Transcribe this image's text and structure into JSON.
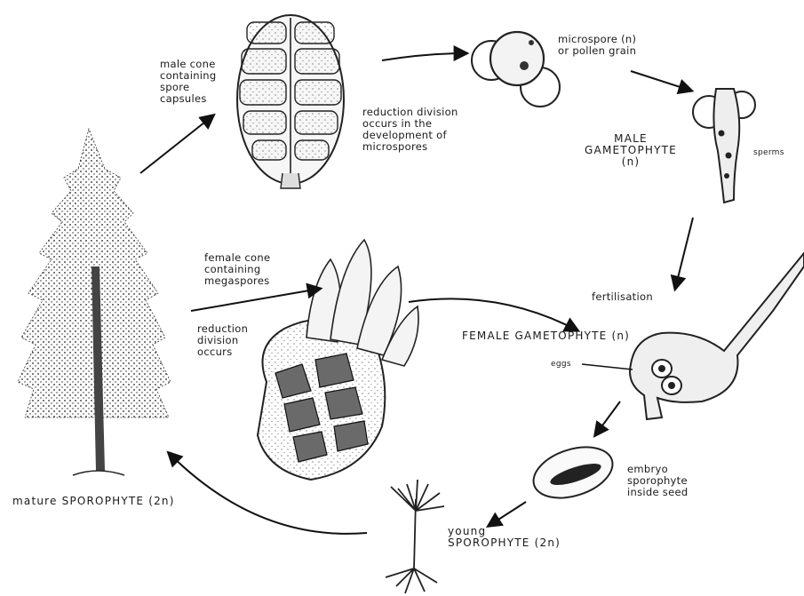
{
  "labels": {
    "male_cone": "male cone\ncontaining\nspore\ncapsules",
    "microspore": "microspore (n)\nor pollen grain",
    "reduction_micro": "reduction division\noccurs in the\ndevelopment of\nmicrospores",
    "male_gametophyte": "MALE\nGAMETOPHYTE\n(n)",
    "sperms": "sperms",
    "female_cone": "female cone\ncontaining\nmegaspores",
    "reduction_division": "reduction\ndivision\noccurs",
    "fertilisation": "fertilisation",
    "female_gametophyte": "FEMALE GAMETOPHYTE (n)",
    "eggs": "eggs",
    "embryo": "embryo\nsporophyte\ninside seed",
    "young_sporophyte": "young\nSPOROPHYTE (2n)",
    "mature_sporophyte": "mature SPOROPHYTE (2n)"
  }
}
